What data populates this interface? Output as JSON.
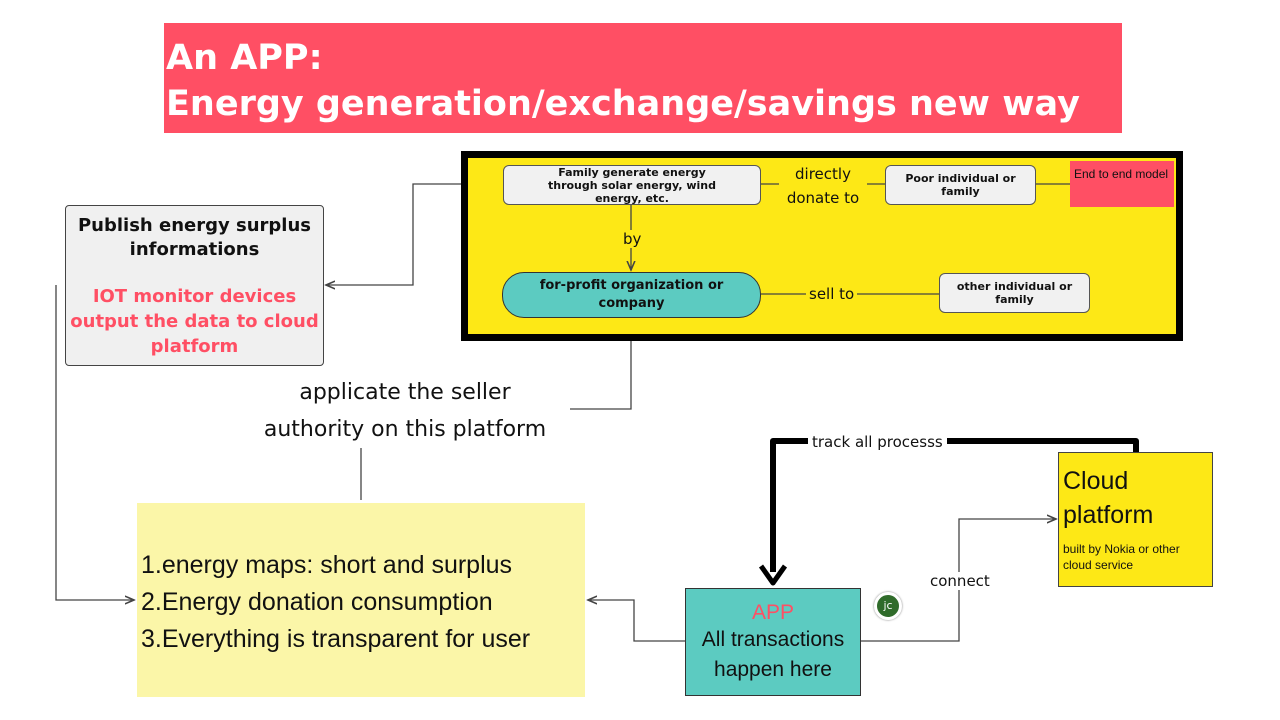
{
  "title": {
    "line1": "An APP:",
    "line2": "Energy generation/exchange/savings new way"
  },
  "model_frame": {
    "family_generate": "Family generate energy through solar energy, wind energy, etc.",
    "directly_label_1": "directly",
    "directly_label_2": "donate  to",
    "poor_family": "Poor  individual or family",
    "end_to_end": "End  to end model",
    "by_label": "by",
    "for_profit": "for-profit organization or company",
    "sell_to_label": "sell to",
    "other_family": "other individual or family"
  },
  "publish": {
    "title": "Publish energy surplus informations",
    "subtitle": "IOT monitor devices output the data to cloud platform"
  },
  "applicate": {
    "line1": "applicate the seller",
    "line2": "authority on this platform"
  },
  "energy_list": {
    "items": [
      "1.energy maps: short  and surplus",
      "2.Energy donation consumption",
      "3.Everything is transparent for user"
    ]
  },
  "app": {
    "title": "APP",
    "line1": "All transactions",
    "line2": "happen here"
  },
  "cloud": {
    "title_line1": "Cloud",
    "title_line2": "platform",
    "subtitle": "built by  Nokia or other cloud service"
  },
  "connectors": {
    "track_label": "track   all  processs",
    "connect_label": "connect"
  },
  "avatar": {
    "initials": "jc"
  },
  "colors": {
    "banner": "#ff4f64",
    "frame_fill": "#fde816",
    "teal": "#5ccbc1",
    "pale_yellow": "#fbf6a8",
    "accent_text": "#ff4f64"
  }
}
